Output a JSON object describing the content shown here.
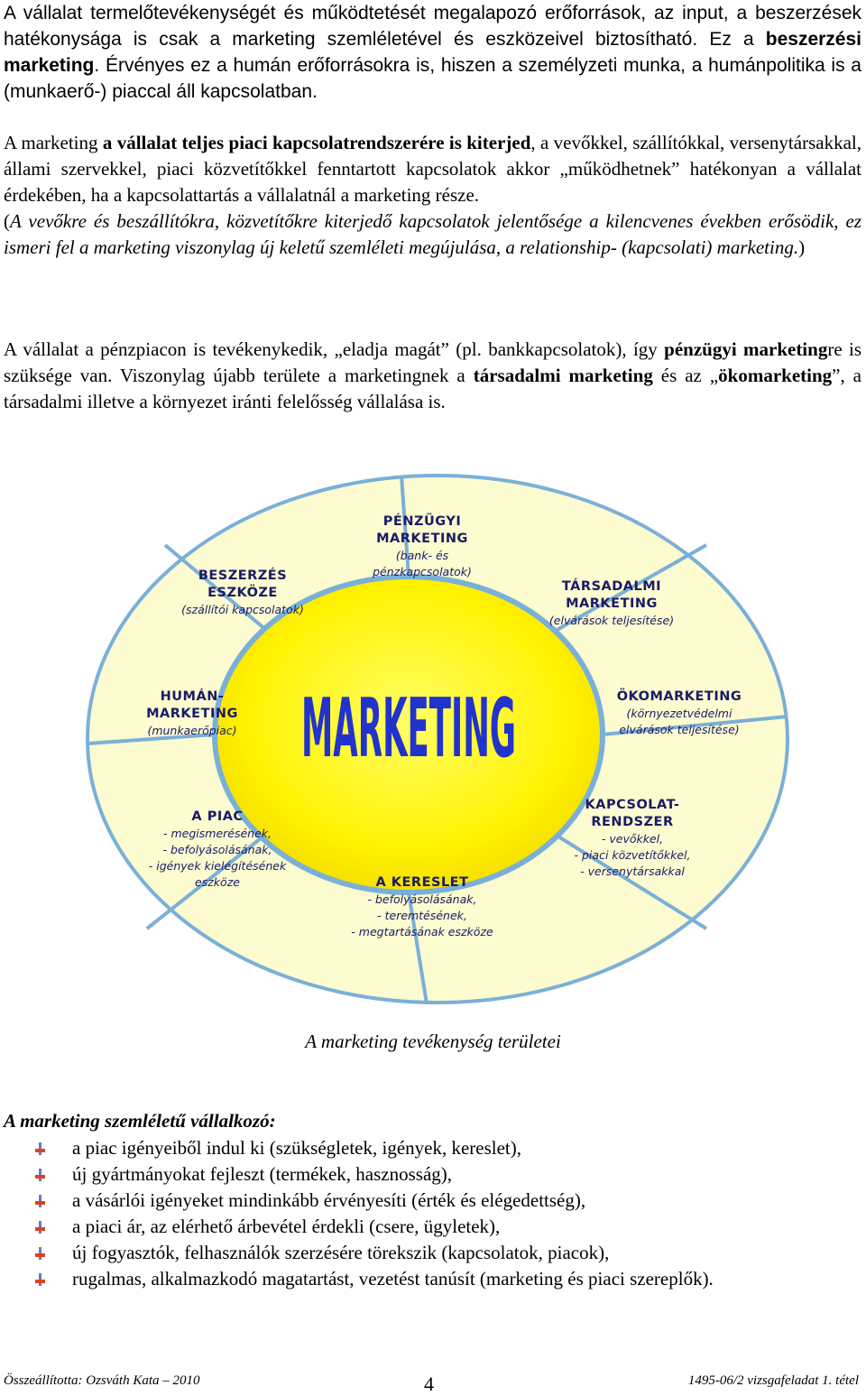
{
  "intro": {
    "p1_a": "A vállalat termelőtevékenységét és működtetését megalapozó erőforrások, az input, a beszerzések hatékonysága is csak a marketing szemléletével és eszközeivel biztosítható. Ez a ",
    "p1_b": "beszerzési marketing",
    "p1_c": ". Érvényes ez a humán erőforrásokra is, hiszen a személyzeti munka, a humánpolitika is a (munkaerő-) piaccal áll kapcsolatban."
  },
  "para2": {
    "a": "A marketing ",
    "b": "a vállalat teljes piaci kapcsolatrendszerére is kiterjed",
    "c": ", a vevőkkel, szállítókkal, versenytársakkal, állami szervekkel, piaci közvetítőkkel fenntartott kapcsolatok akkor „működhetnek” hatékonyan a vállalat érdekében, ha a kapcsolattartás a vállalatnál a marketing része.",
    "d": "(",
    "e": "A vevőkre és beszállítókra, közvetítőkre kiterjedő kapcsolatok jelentősége a kilencvenes években erősödik, ez ismeri fel a marketing viszonylag új keletű szemléleti megújulása, a relationship- (kapcsolati) marketing.",
    "f": ")"
  },
  "para3": {
    "a": "A vállalat a pénzpiacon is tevékenykedik, „eladja magát” (pl. bankkapcsolatok), így ",
    "b": "pénzügyi marketing",
    "c": "re is szüksége van. Viszonylag újabb területe a marketingnek a ",
    "d": "társadalmi marketing",
    "e": " és az „",
    "f": "ökomarketing",
    "g": "”, a társadalmi illetve a környezet iránti felelősség vállalása is."
  },
  "diagram": {
    "center": "MARKETING",
    "segments": [
      {
        "title": [
          "PÉNZÜGYI",
          "MARKETING"
        ],
        "sub": [
          "(bank- és",
          "pénzkapcsolatok)"
        ]
      },
      {
        "title": [
          "TÁRSADALMI",
          "MARKETING"
        ],
        "sub": [
          "(elvárások teljesítése)"
        ]
      },
      {
        "title": [
          "ÖKOMARKETING"
        ],
        "sub": [
          "(környezetvédelmi",
          "elvárások teljesítése)"
        ]
      },
      {
        "title": [
          "KAPCSOLAT-",
          "RENDSZER"
        ],
        "sub": [
          "- vevőkkel,",
          "- piaci közvetítőkkel,",
          "- versenytársakkal"
        ]
      },
      {
        "title": [
          "A KERESLET"
        ],
        "sub": [
          "- befolyásolásának,",
          "- teremtésének,",
          "- megtartásának eszköze"
        ]
      },
      {
        "title": [
          "A PIAC"
        ],
        "sub": [
          "- megismerésének,",
          "- befolyásolásának,",
          "- igények kielégítésének",
          "eszköze"
        ]
      },
      {
        "title": [
          "HUMÁN-",
          "MARKETING"
        ],
        "sub": [
          "(munkaerőpiac)"
        ]
      },
      {
        "title": [
          "BESZERZÉS",
          "ESZKÖZE"
        ],
        "sub": [
          "(szállítói kapcsolatok)"
        ]
      }
    ],
    "colors": {
      "outer": "#fdfbd0",
      "ring": "#7ab0d8",
      "inner": "#fff200",
      "center_text": "#2233cc",
      "text": "#1a1a66"
    }
  },
  "caption": "A marketing tevékenység területei",
  "list": {
    "heading": "A marketing szemléletű vállalkozó:",
    "items": [
      "a piac igényeiből indul ki (szükségletek, igények, kereslet),",
      "új gyártmányokat fejleszt (termékek, hasznosság),",
      "a vásárlói igényeket mindinkább érvényesíti (érték és elégedettség),",
      "a piaci ár, az elérhető árbevétel érdekli (csere, ügyletek),",
      "új fogyasztók, felhasználók szerzésére törekszik (kapcsolatok, piacok),",
      "rugalmas, alkalmazkodó magatartást, vezetést tanúsít (marketing és piaci szereplők)."
    ]
  },
  "footer": {
    "left": "Összeállította: Ozsváth Kata – 2010",
    "page": "4",
    "right": "1495-06/2 vizsgafeladat 1. tétel"
  }
}
